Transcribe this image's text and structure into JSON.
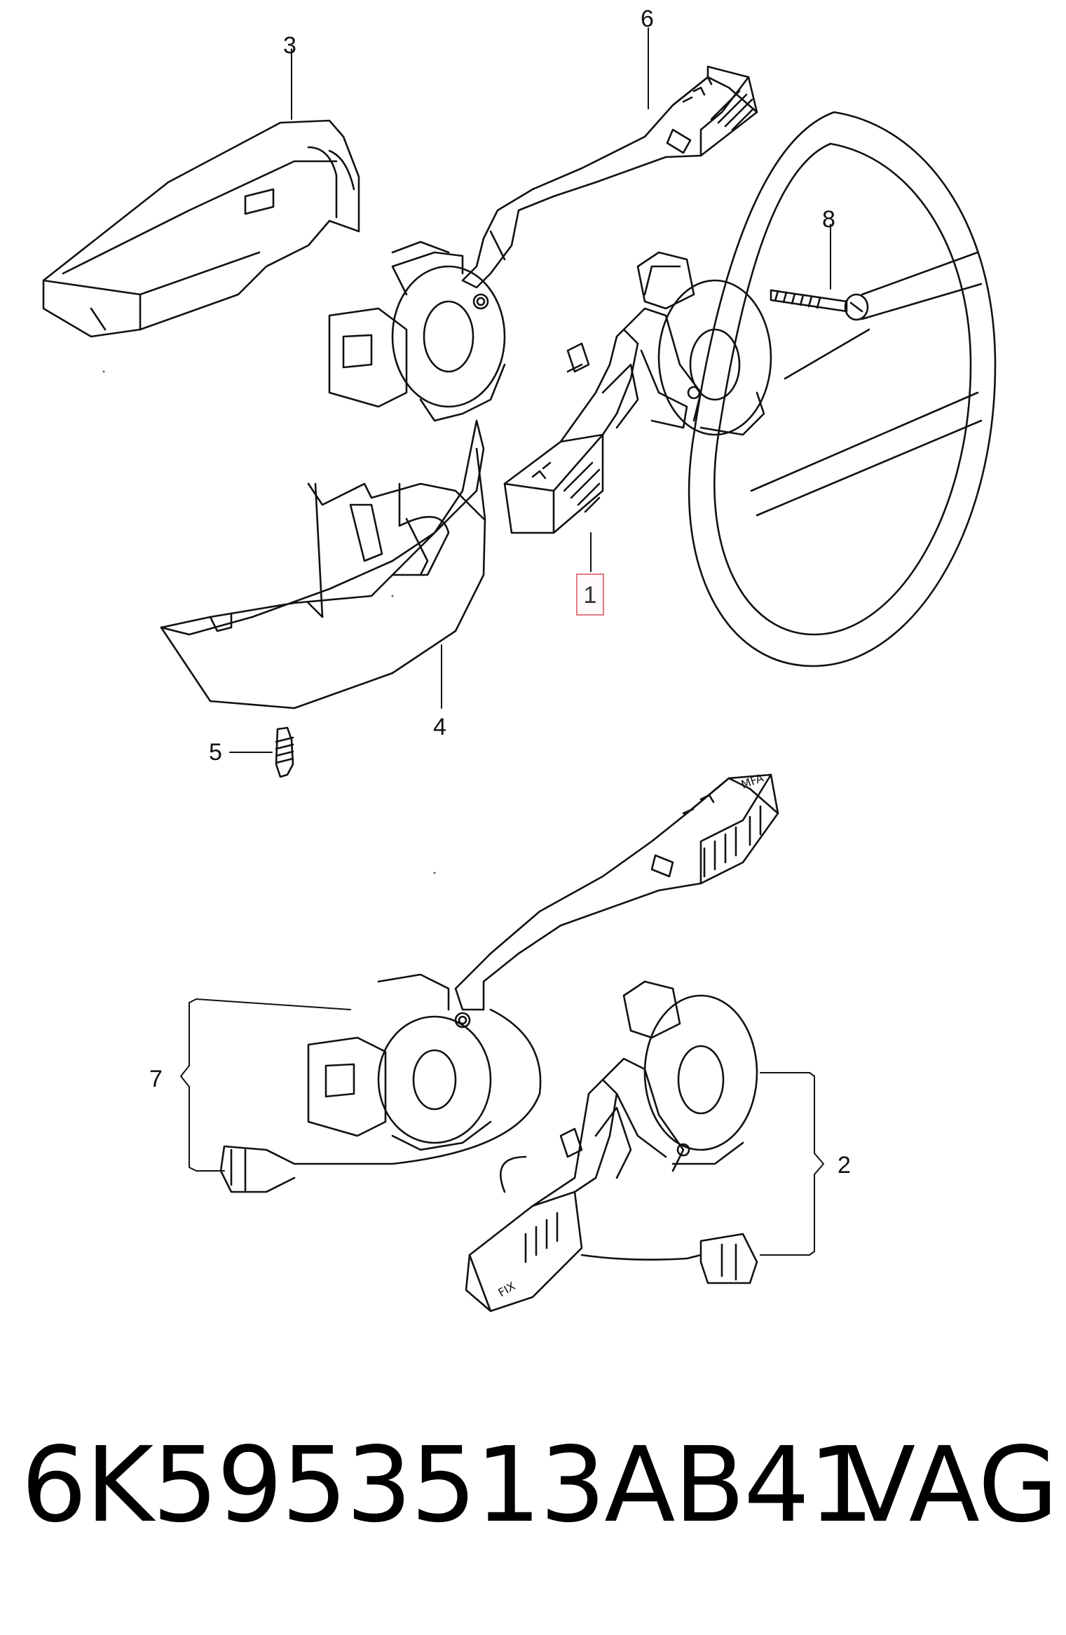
{
  "callouts": {
    "c1": "1",
    "c2": "2",
    "c3": "3",
    "c4": "4",
    "c5": "5",
    "c6": "6",
    "c7": "7",
    "c8": "8"
  },
  "highlighted_callout": "1",
  "highlight_color": "#e07a84",
  "switch_marks": {
    "mfa": "MFA",
    "fix": "FIX"
  },
  "caption": {
    "part_number": "6K5953513AB41",
    "manufacturer": "VAG"
  }
}
